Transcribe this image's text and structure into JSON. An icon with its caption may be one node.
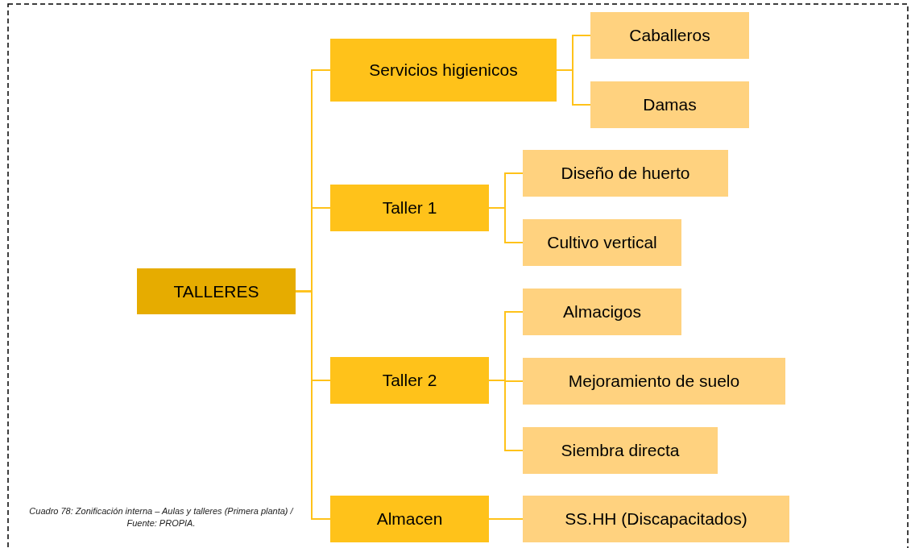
{
  "diagram": {
    "nodes": [
      {
        "text": [
          "TALLERES"
        ]
      },
      {
        "text": [
          "Servicios higienicos"
        ]
      },
      {
        "text": [
          "Caballeros"
        ]
      },
      {
        "text": [
          "Damas"
        ]
      },
      {
        "text": [
          "Taller 1"
        ]
      },
      {
        "text": [
          "Diseño de huerto"
        ]
      },
      {
        "text": [
          "Cultivo vertical"
        ]
      },
      {
        "text": [
          "Taller 2"
        ]
      },
      {
        "text": [
          "Almacigos"
        ]
      },
      {
        "text": [
          "Mejoramiento de suelo"
        ]
      },
      {
        "text": [
          "Siembra directa"
        ]
      },
      {
        "text": [
          "Almacen"
        ]
      },
      {
        "text": [
          "SS.HH (Discapacitados)"
        ]
      }
    ],
    "edges": [
      {
        "from": 0,
        "to": 1,
        "arrow": "none"
      },
      {
        "from": 0,
        "to": 4,
        "arrow": "none"
      },
      {
        "from": 0,
        "to": 7,
        "arrow": "none"
      },
      {
        "from": 0,
        "to": 11,
        "arrow": "none"
      },
      {
        "from": 1,
        "to": 2,
        "arrow": "none"
      },
      {
        "from": 1,
        "to": 3,
        "arrow": "none"
      },
      {
        "from": 4,
        "to": 5,
        "arrow": "none"
      },
      {
        "from": 4,
        "to": 6,
        "arrow": "none"
      },
      {
        "from": 7,
        "to": 8,
        "arrow": "none"
      },
      {
        "from": 7,
        "to": 9,
        "arrow": "none"
      },
      {
        "from": 7,
        "to": 10,
        "arrow": "none"
      },
      {
        "from": 11,
        "to": 12,
        "arrow": "none"
      }
    ],
    "labels": [
      "Cuadro 78: Zonificación interna – Aulas y talleres (Primera planta) / Fuente: PROPIA."
    ]
  }
}
